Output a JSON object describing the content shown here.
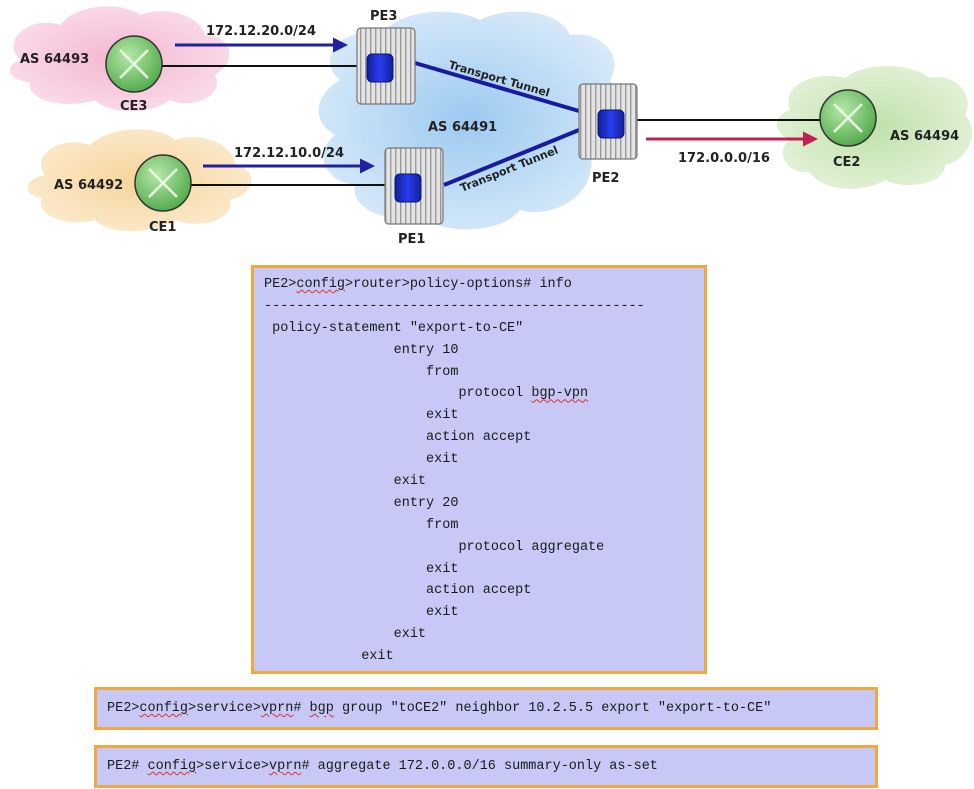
{
  "diagram": {
    "clouds": [
      {
        "id": "as64493",
        "label": "AS 64493",
        "color": "#f6c6dc"
      },
      {
        "id": "as64492",
        "label": "AS 64492",
        "color": "#f8dcaa"
      },
      {
        "id": "as64491",
        "label": "AS 64491",
        "color": "#b8d8f2"
      },
      {
        "id": "as64494",
        "label": "AS 64494",
        "color": "#cfe8c0"
      }
    ],
    "ce_routers": [
      {
        "id": "ce3",
        "label": "CE3"
      },
      {
        "id": "ce1",
        "label": "CE1"
      },
      {
        "id": "ce2",
        "label": "CE2"
      }
    ],
    "pe_routers": [
      {
        "id": "pe3",
        "label": "PE3"
      },
      {
        "id": "pe1",
        "label": "PE1"
      },
      {
        "id": "pe2",
        "label": "PE2"
      }
    ],
    "routes": [
      {
        "from": "CE3",
        "to": "PE3",
        "prefix": "172.12.20.0/24",
        "color": "#2020a0"
      },
      {
        "from": "CE1",
        "to": "PE1",
        "prefix": "172.12.10.0/24",
        "color": "#2020a0"
      },
      {
        "from": "PE2",
        "to": "CE2",
        "prefix": "172.0.0.0/16",
        "color": "#c02050"
      }
    ],
    "tunnels": [
      {
        "from": "PE3",
        "to": "PE2",
        "label": "Transport Tunnel"
      },
      {
        "from": "PE1",
        "to": "PE2",
        "label": "Transport Tunnel"
      }
    ],
    "colors": {
      "tunnel": "#1a1aa0",
      "router_core": "#1a2ee0",
      "ce_green": "#7cc870",
      "box_border": "#f0a840",
      "box_fill": "#c8c8f6"
    }
  },
  "policy_config": {
    "lines": [
      {
        "indent": "",
        "text": "PE2>config>router>policy-options# info"
      },
      {
        "indent": "",
        "text": "-----------------------------------------------"
      },
      {
        "indent": " ",
        "text": "policy-statement \"export-to-CE\""
      },
      {
        "indent": "                ",
        "text": "entry 10"
      },
      {
        "indent": "                    ",
        "text": "from"
      },
      {
        "indent": "                        ",
        "text": "protocol bgp-vpn"
      },
      {
        "indent": "                    ",
        "text": "exit"
      },
      {
        "indent": "                    ",
        "text": "action accept"
      },
      {
        "indent": "                    ",
        "text": "exit"
      },
      {
        "indent": "                ",
        "text": "exit"
      },
      {
        "indent": "                ",
        "text": "entry 20"
      },
      {
        "indent": "                    ",
        "text": "from"
      },
      {
        "indent": "                        ",
        "text": "protocol aggregate"
      },
      {
        "indent": "                    ",
        "text": "exit"
      },
      {
        "indent": "                    ",
        "text": "action accept"
      },
      {
        "indent": "                    ",
        "text": "exit"
      },
      {
        "indent": "                ",
        "text": "exit"
      },
      {
        "indent": "            ",
        "text": "exit"
      }
    ]
  },
  "bgp_config": {
    "prompt_a": "PE2>",
    "word_a": "config",
    "prompt_b": ">service>",
    "word_b": "vprn",
    "prompt_c": "# ",
    "word_c": "bgp",
    "rest": " group \"toCE2\" neighbor 10.2.5.5 export \"export-to-CE\""
  },
  "aggregate_config": {
    "prompt_a": "PE2# ",
    "word_a": "config",
    "prompt_b": ">service>",
    "word_b": "vprn",
    "rest": "# aggregate 172.0.0.0/16 summary-only as-set"
  }
}
